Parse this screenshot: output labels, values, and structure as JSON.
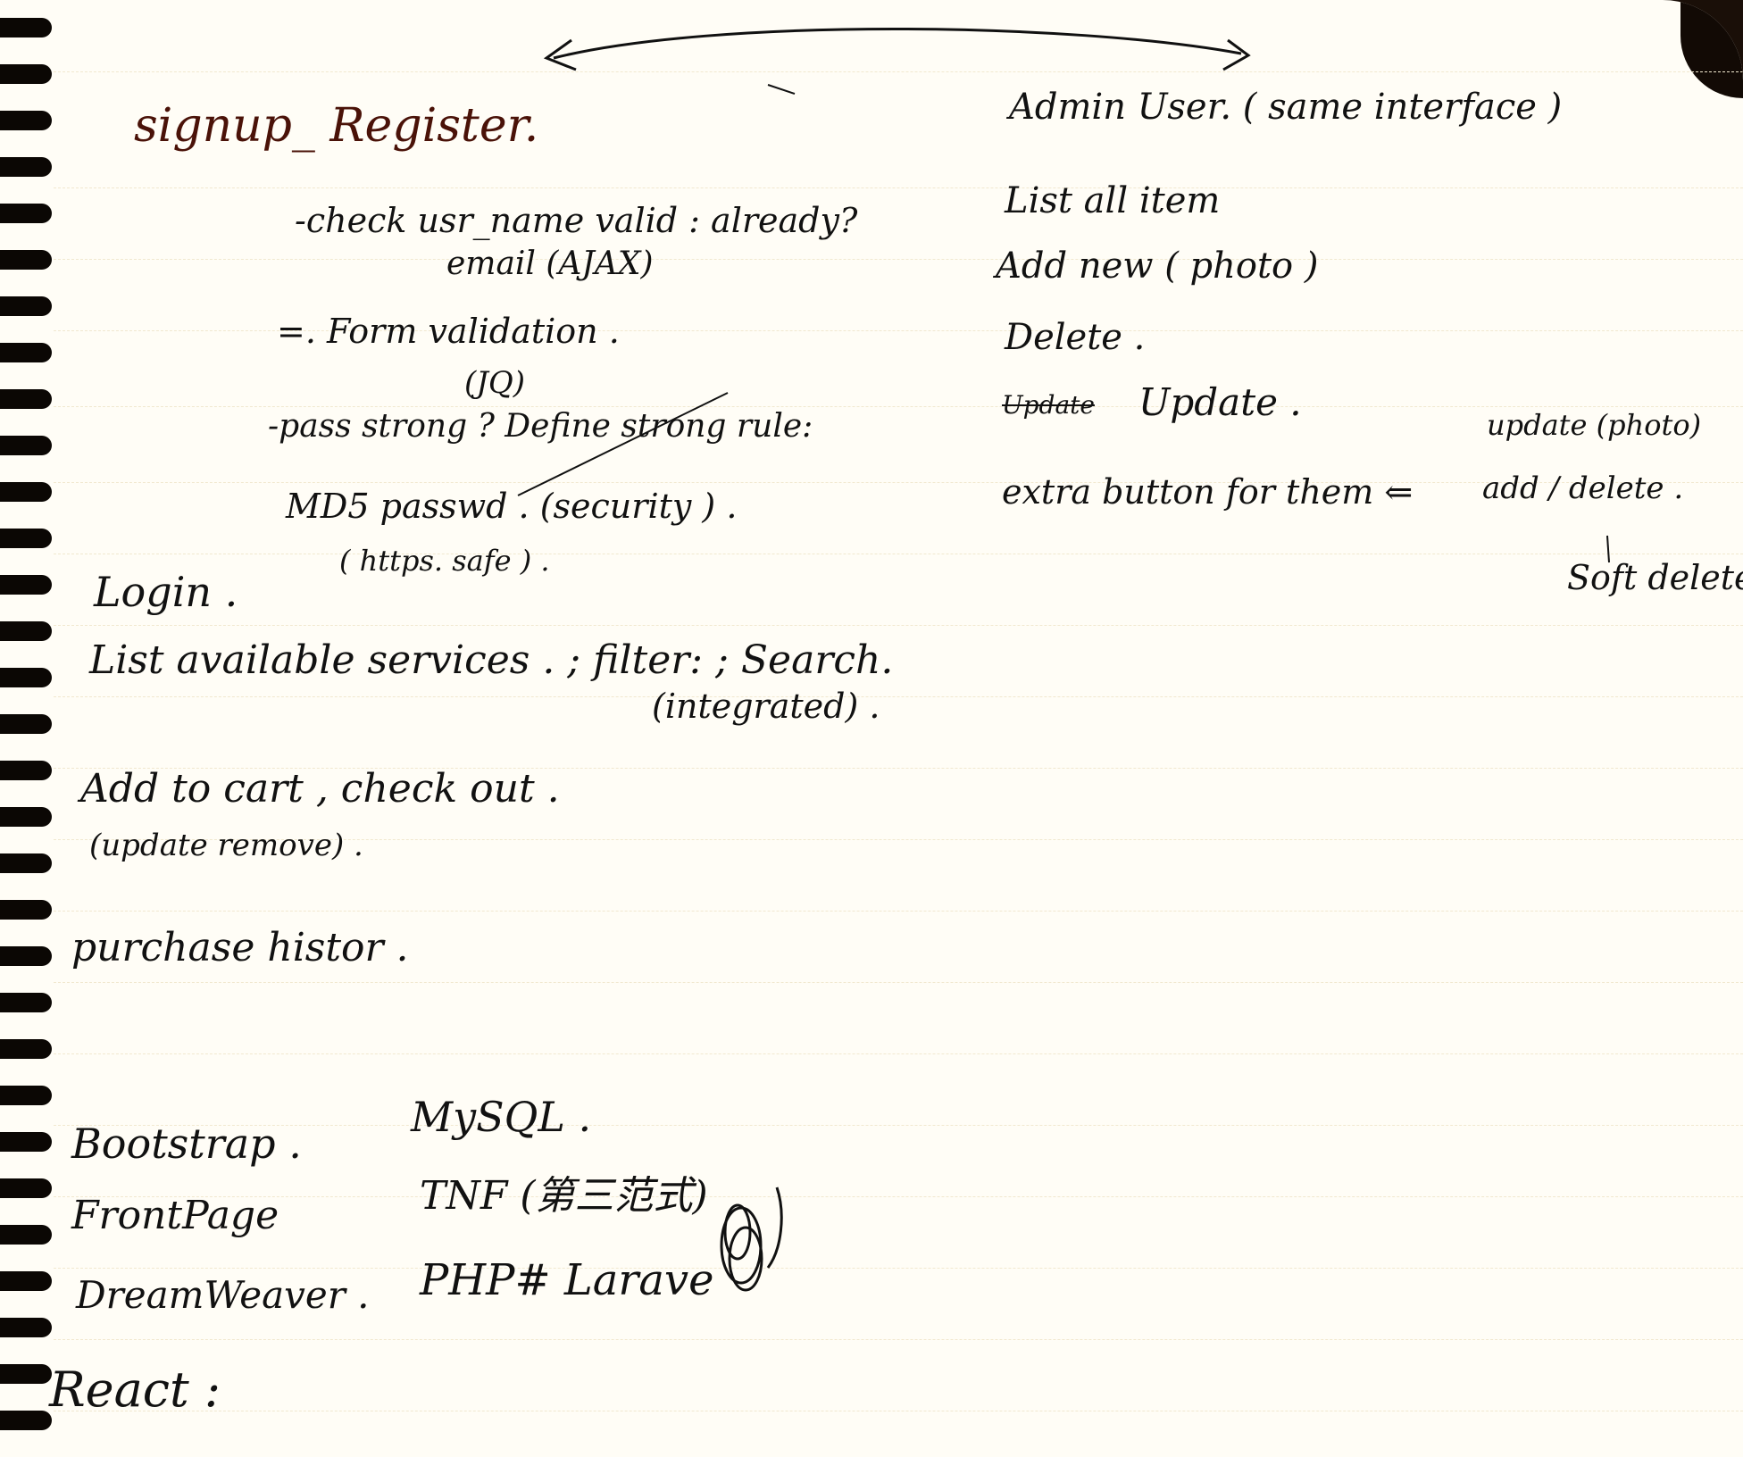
{
  "left": {
    "signup": "signup_ Register.",
    "check_username": "-check usr_name valid : already?",
    "email_ajax": "email (AJAX)",
    "form_validation": "=. Form validation .",
    "jq": "(JQ)",
    "pass_strong": "-pass strong ? Define strong rule:",
    "md5": "MD5 passwd . (security ) .",
    "https": "( https. safe ) .",
    "login": "Login .",
    "list_services": "List available services . ; filter: ; Search.",
    "integrated": "(integrated) .",
    "add_cart": "Add to cart , check out .",
    "update_remove": "(update remove) .",
    "purchase": "purchase histor ."
  },
  "right": {
    "admin": "Admin User. ( same interface )",
    "list_all": "List all item",
    "add_new": "Add new ( photo )",
    "delete": "Delete .",
    "update_struck": "Update",
    "update": "Update .",
    "extra": "extra button for them ⇐",
    "update_photo": "update (photo)",
    "add_delete": "add / delete .",
    "soft_delete": "Soft delete"
  },
  "tools": {
    "bootstrap": "Bootstrap .",
    "frontpage": "FrontPage",
    "dreamweaver": "DreamWeaver .",
    "react": "React :",
    "mysql": "MySQL .",
    "tnf": "TNF (第三范式)",
    "php": "PHP#  Larave"
  },
  "colors": {
    "heading": "#4a1208",
    "ink": "#111111",
    "paper": "#fffdf6"
  }
}
